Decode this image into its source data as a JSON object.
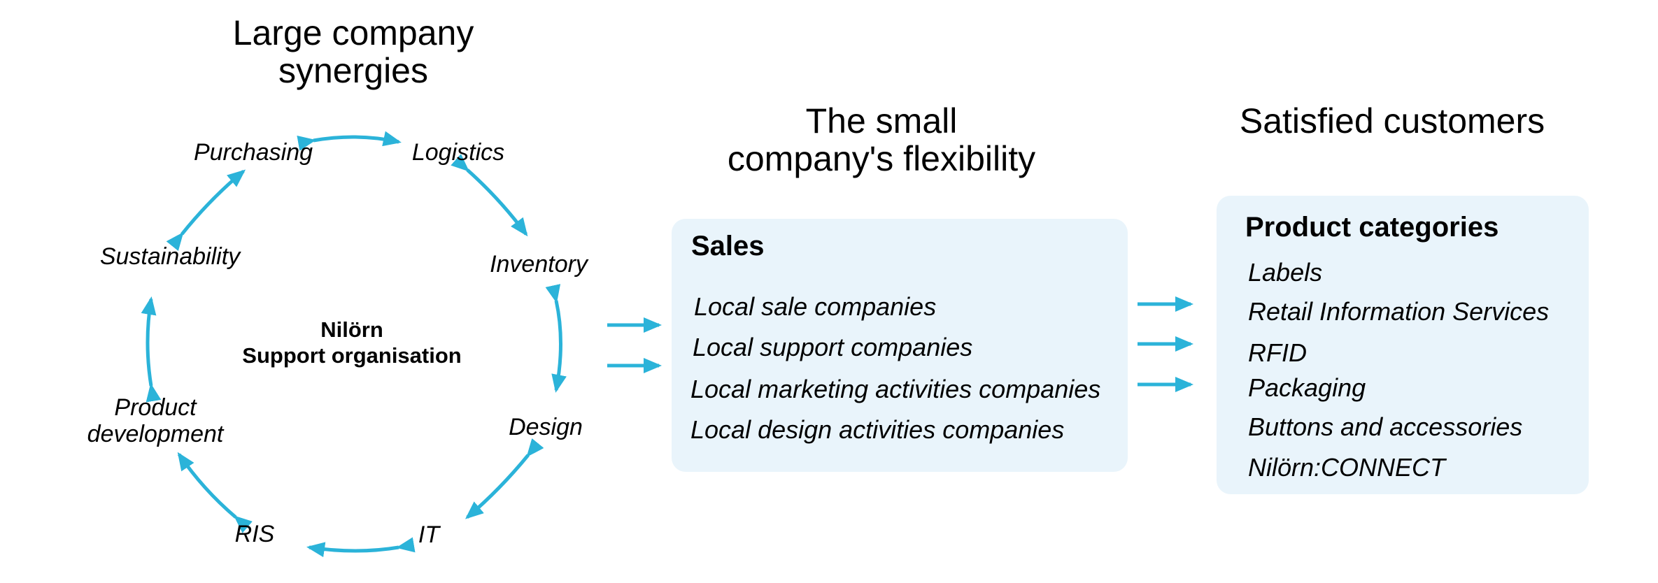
{
  "headings": {
    "synergies": [
      "Large company",
      "synergies"
    ],
    "flexibility": [
      "The small",
      "company's flexibility"
    ],
    "customers": "Satisfied customers"
  },
  "cycle": {
    "center": [
      "Nilörn",
      "Support organisation"
    ],
    "nodes": {
      "purchasing": "Purchasing",
      "logistics": "Logistics",
      "inventory": "Inventory",
      "design": "Design",
      "it": "IT",
      "ris": "RIS",
      "product_development": [
        "Product",
        "development"
      ],
      "sustainability": "Sustainability"
    }
  },
  "sales_box": {
    "title": "Sales",
    "items": [
      "Local sale companies",
      "Local support companies",
      "Local marketing activities companies",
      "Local design activities companies"
    ]
  },
  "products_box": {
    "title": "Product categories",
    "items": [
      "Labels",
      "Retail Information Services",
      "RFID",
      "Packaging",
      "Buttons and accessories",
      "Nilörn:CONNECT"
    ]
  },
  "colors": {
    "arrow": "#2bb3d9",
    "box_fill": "#e9f4fb"
  }
}
